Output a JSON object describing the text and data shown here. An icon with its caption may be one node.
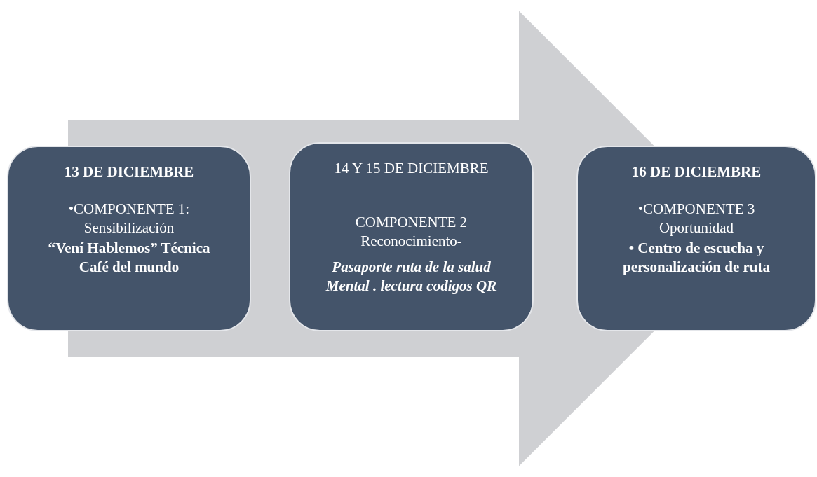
{
  "diagram": {
    "nodes": [
      {
        "text": [
          "13 DE DICIEMBRE",
          "•COMPONENTE 1: Sensibilización",
          "“Vení Hablemos” Técnica Café del mundo"
        ]
      },
      {
        "text": [
          "14 Y 15 DE DICIEMBRE",
          "COMPONENTE 2 Reconocimiento-",
          "Pasaporte ruta de la salud Mental . lectura codigos QR"
        ]
      },
      {
        "text": [
          "16 DE DICIEMBRE",
          "•COMPONENTE 3 Oportunidad",
          "• Centro de escucha y personalización de ruta"
        ]
      }
    ],
    "edges": [
      {
        "from": 0,
        "to": 2,
        "arrow": "to",
        "style": "thick"
      }
    ]
  }
}
